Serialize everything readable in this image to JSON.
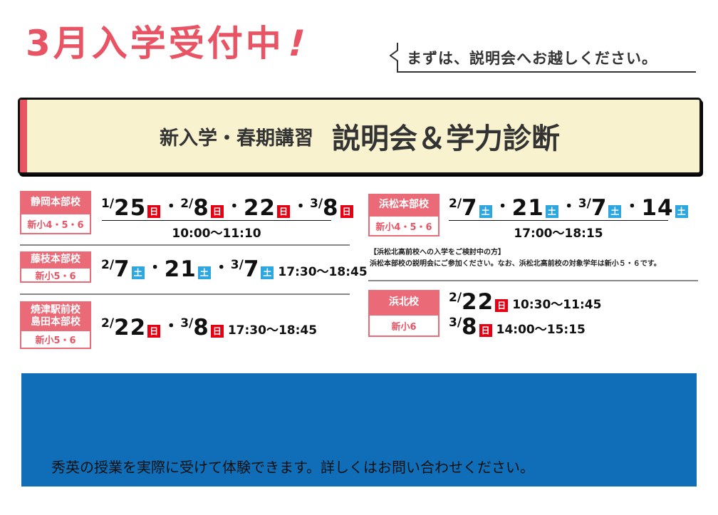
{
  "header": {
    "headline": "3月入学受付中",
    "headline_mark": "!",
    "callout": "まずは、説明会へお越しください。"
  },
  "banner": {
    "subtitle": "新入学・春期講習",
    "title": "説明会＆学力診断"
  },
  "colors": {
    "brand_pink": "#e95464",
    "label_pink": "#ea6b77",
    "banner_bg": "#f8f2cf",
    "sunday_red": "#e60012",
    "saturday_blue": "#2ea7e0",
    "footer_blue": "#0f6eb7"
  },
  "campuses": [
    {
      "name": "静岡本部校",
      "grade": "新小4・5・6",
      "dates": [
        {
          "month": "1/",
          "day": "25",
          "weekday": "日"
        },
        {
          "month": "2/",
          "day": "8",
          "weekday": "日"
        },
        {
          "month": "",
          "day": "22",
          "weekday": "日"
        },
        {
          "month": "3/",
          "day": "8",
          "weekday": "日"
        }
      ],
      "time": "10:00〜11:10"
    },
    {
      "name": "藤枝本部校",
      "grade": "新小5・6",
      "dates": [
        {
          "month": "2/",
          "day": "7",
          "weekday": "土"
        },
        {
          "month": "",
          "day": "21",
          "weekday": "土"
        },
        {
          "month": "3/",
          "day": "7",
          "weekday": "土"
        }
      ],
      "time": "17:30〜18:45"
    },
    {
      "name": "焼津駅前校\n島田本部校",
      "name_line1": "焼津駅前校",
      "name_line2": "島田本部校",
      "grade": "新小5・6",
      "dates": [
        {
          "month": "2/",
          "day": "22",
          "weekday": "日"
        },
        {
          "month": "3/",
          "day": "8",
          "weekday": "日"
        }
      ],
      "time": "17:30〜18:45"
    },
    {
      "name": "浜松本部校",
      "grade": "新小4・5・6",
      "dates": [
        {
          "month": "2/",
          "day": "7",
          "weekday": "土"
        },
        {
          "month": "",
          "day": "21",
          "weekday": "土"
        },
        {
          "month": "3/",
          "day": "7",
          "weekday": "土"
        },
        {
          "month": "",
          "day": "14",
          "weekday": "土"
        }
      ],
      "time": "17:00〜18:15"
    },
    {
      "name": "浜北校",
      "grade": "新小6",
      "dates": [
        {
          "month": "2/",
          "day": "22",
          "weekday": "日",
          "time": "10:30〜11:45"
        },
        {
          "month": "3/",
          "day": "8",
          "weekday": "日",
          "time": "14:00〜15:15"
        }
      ]
    }
  ],
  "note": {
    "heading": "【浜松北高前校への入学をご検討中の方】",
    "body": "浜松本部校の説明会にご参加ください。なお、浜松北高前校の対象学年は新小５・６です。"
  },
  "footer": {
    "text": "秀英の授業を実際に受けて体験できます。詳しくはお問い合わせください。"
  },
  "separator": "・"
}
